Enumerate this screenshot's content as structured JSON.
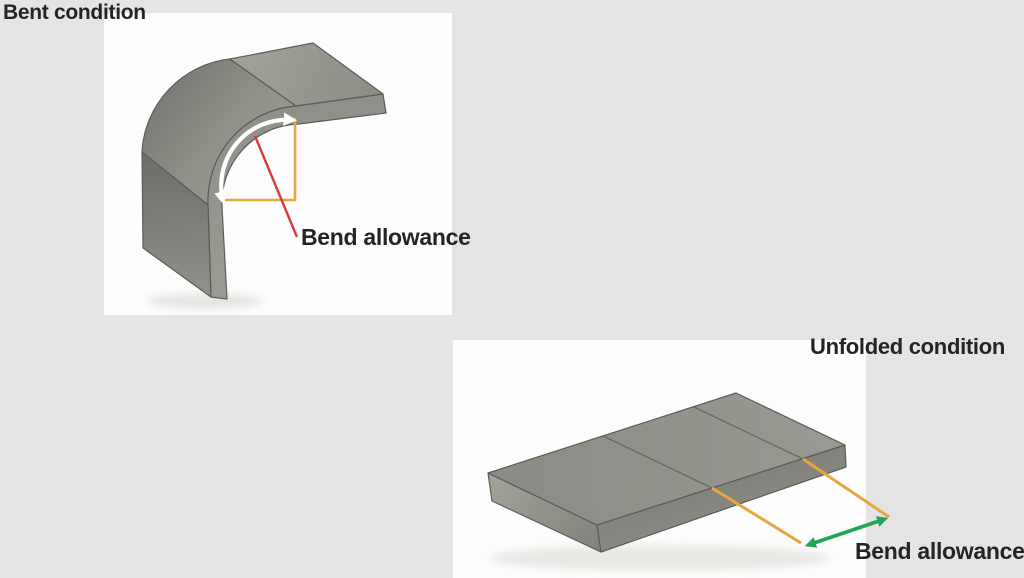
{
  "labels": {
    "bent_condition": "Bent condition",
    "unfolded_condition": "Unfolded condition",
    "bend_allowance_bent": "Bend allowance",
    "bend_allowance_unfolded": "Bend allowance"
  },
  "colors": {
    "background": "#e4e4e4",
    "panel": "#fdfdfd",
    "text_color": "#242424",
    "annotation_orange": "#e9a63c",
    "annotation_red": "#d93a3e",
    "annotation_green": "#21a556",
    "annotation_white": "#ffffff"
  }
}
